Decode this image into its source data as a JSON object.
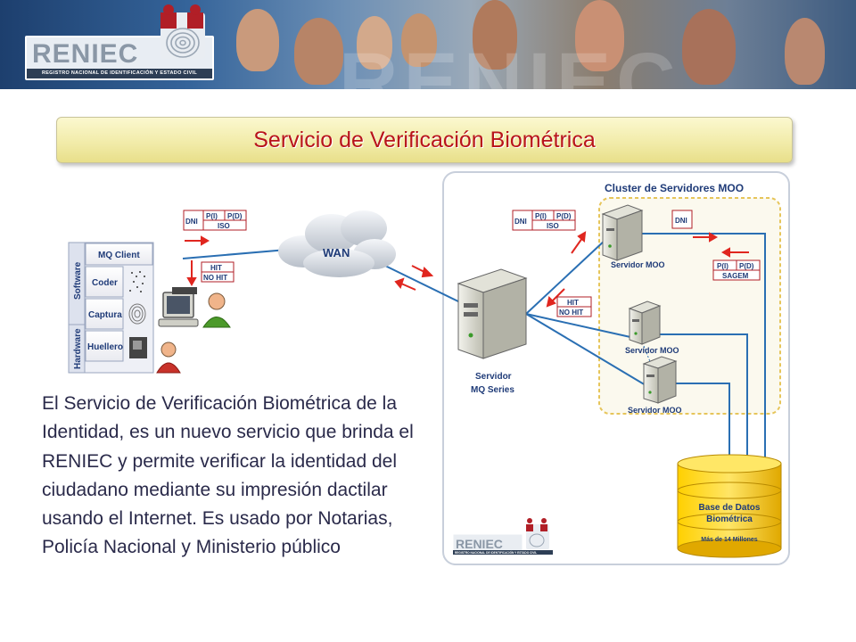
{
  "banner": {
    "logo_name": "RENIEC",
    "logo_subtitle": "REGISTRO NACIONAL DE IDENTIFICACIÓN Y ESTADO CIVIL",
    "watermark": "RENIEC"
  },
  "title": "Servicio de Verificación Biométrica",
  "diagram": {
    "stack": {
      "software_label": "Software",
      "hardware_label": "Hardware",
      "items": [
        "MQ Client",
        "Coder",
        "Captura",
        "Huellero"
      ]
    },
    "request_box": {
      "dni": "DNI",
      "p_i": "P(I)",
      "p_d": "P(D)",
      "iso": "ISO"
    },
    "response_box": {
      "hit": "HIT",
      "no_hit": "NO HIT"
    },
    "wan_label": "WAN",
    "cluster_title": "Cluster de Servidores MOO",
    "mq_server_label": [
      "Servidor",
      "MQ Series"
    ],
    "moo_server_label": "Servidor MOO",
    "cluster_dni": "DNI",
    "sagem_box": {
      "p_i": "P(I)",
      "p_d": "P(D)",
      "sagem": "SAGEM"
    },
    "database": {
      "title_line1": "Base de Datos",
      "title_line2": "Biométrica",
      "capacity": "Más de 14 Millones"
    },
    "footer_logo": {
      "name": "RENIEC",
      "subtitle": "REGISTRO NACIONAL DE IDENTIFICACIÓN Y ESTADO CIVIL"
    }
  },
  "body": "El Servicio de Verificación Biométrica de la Identidad, es un nuevo servicio que brinda el RENIEC y permite verificar la identidad del ciudadano mediante su impresión dactilar usando el Internet. Es usado por Notarias, Policía Nacional y Ministerio público",
  "colors": {
    "title": "#b8141a",
    "title_bar": "#f2ecaa",
    "arrow": "#e0261f",
    "line": "#2a6fb3",
    "cluster_border": "#e6c55a",
    "database": "#f4c400"
  }
}
